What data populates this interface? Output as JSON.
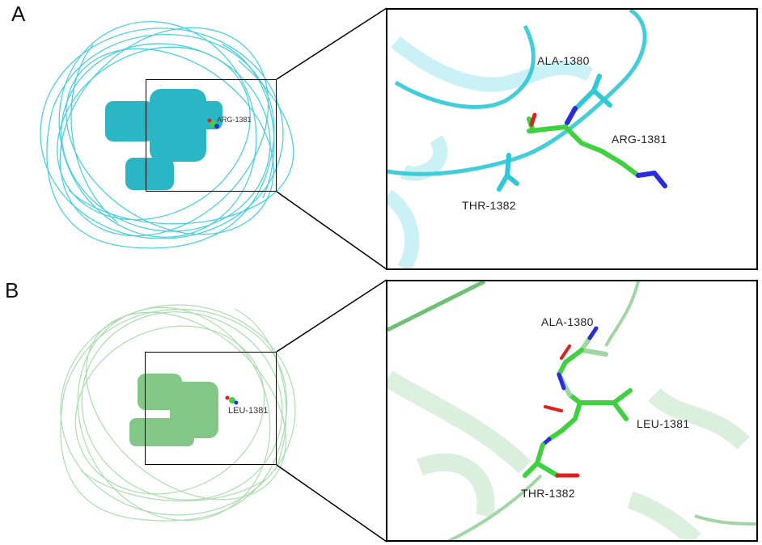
{
  "panels": [
    {
      "letter": "A",
      "overview_label": "ARG-1381",
      "zoom_labels": {
        "top": "ALA-1380",
        "mid": "ARG-1381",
        "bottom": "THR-1382"
      },
      "colors": {
        "cartoon": "#2ec8d6",
        "sticks_carbon": "#3fd13f",
        "nitrogen": "#2a2ae0",
        "oxygen": "#e02020"
      }
    },
    {
      "letter": "B",
      "overview_label": "LEU-1381",
      "zoom_labels": {
        "top": "ALA-1380",
        "mid": "LEU-1381",
        "bottom": "THR-1382"
      },
      "colors": {
        "cartoon": "#9fd6a3",
        "sticks_carbon": "#3fd13f",
        "nitrogen": "#2a2ae0",
        "oxygen": "#e02020"
      }
    }
  ]
}
